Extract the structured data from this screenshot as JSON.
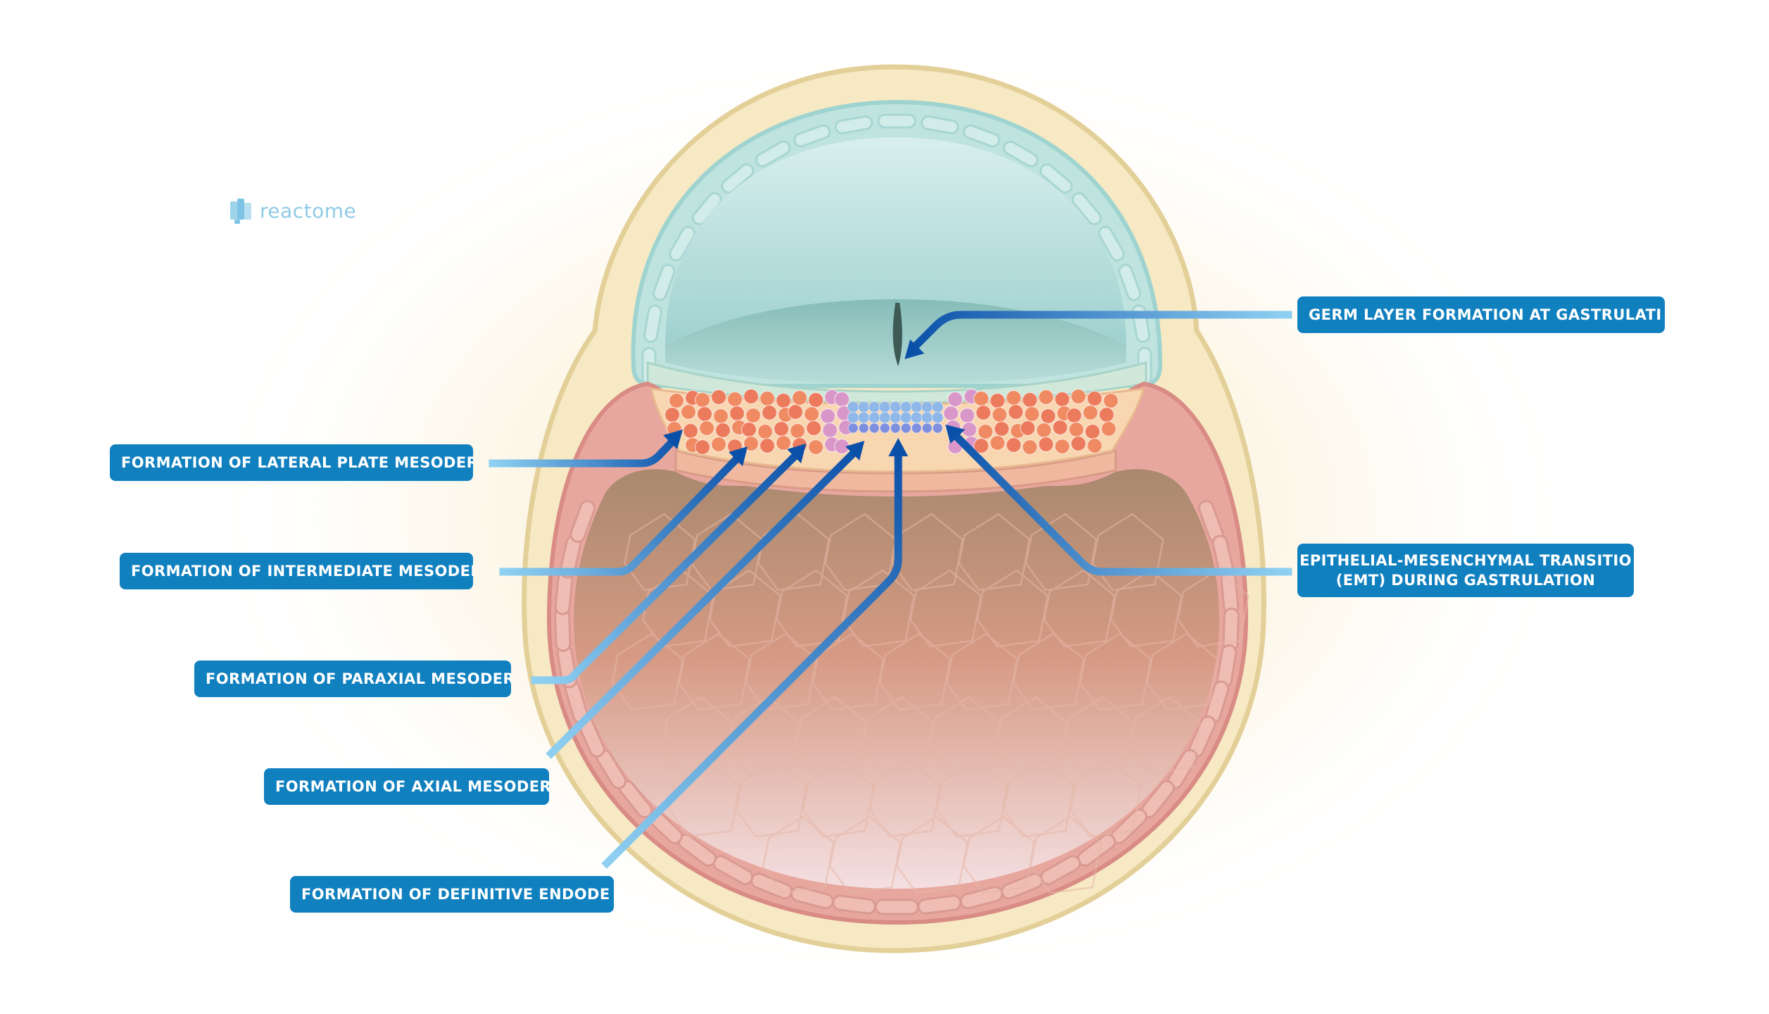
{
  "logo": {
    "text": "reactome"
  },
  "labels": {
    "germ_layer": "GERM LAYER FORMATION AT GASTRULATI",
    "lateral_plate": "FORMATION OF LATERAL PLATE MESODERM",
    "intermediate": "FORMATION OF INTERMEDIATE MESODERM",
    "paraxial": "FORMATION OF PARAXIAL MESODERM",
    "axial": "FORMATION OF AXIAL MESODERM",
    "definitive_endoderm": "FORMATION OF DEFINITIVE ENDODE",
    "emt_line1": "EPITHELIAL-MESENCHYMAL TRANSITIO",
    "emt_line2": "(EMT) DURING GASTRULATION"
  },
  "colors": {
    "label_bg": "#1180bf",
    "arrow_dark": "#0a4fa8",
    "arrow_light": "#8fd0f2",
    "ectoderm": "#bfe3df",
    "endoderm": "#e8a79e",
    "outer_yolk": "#f6e9c3",
    "mesoderm_cells": "#ef9a6e",
    "axial_cells": "#8fb8e8",
    "purple_cells": "#d997c9"
  }
}
